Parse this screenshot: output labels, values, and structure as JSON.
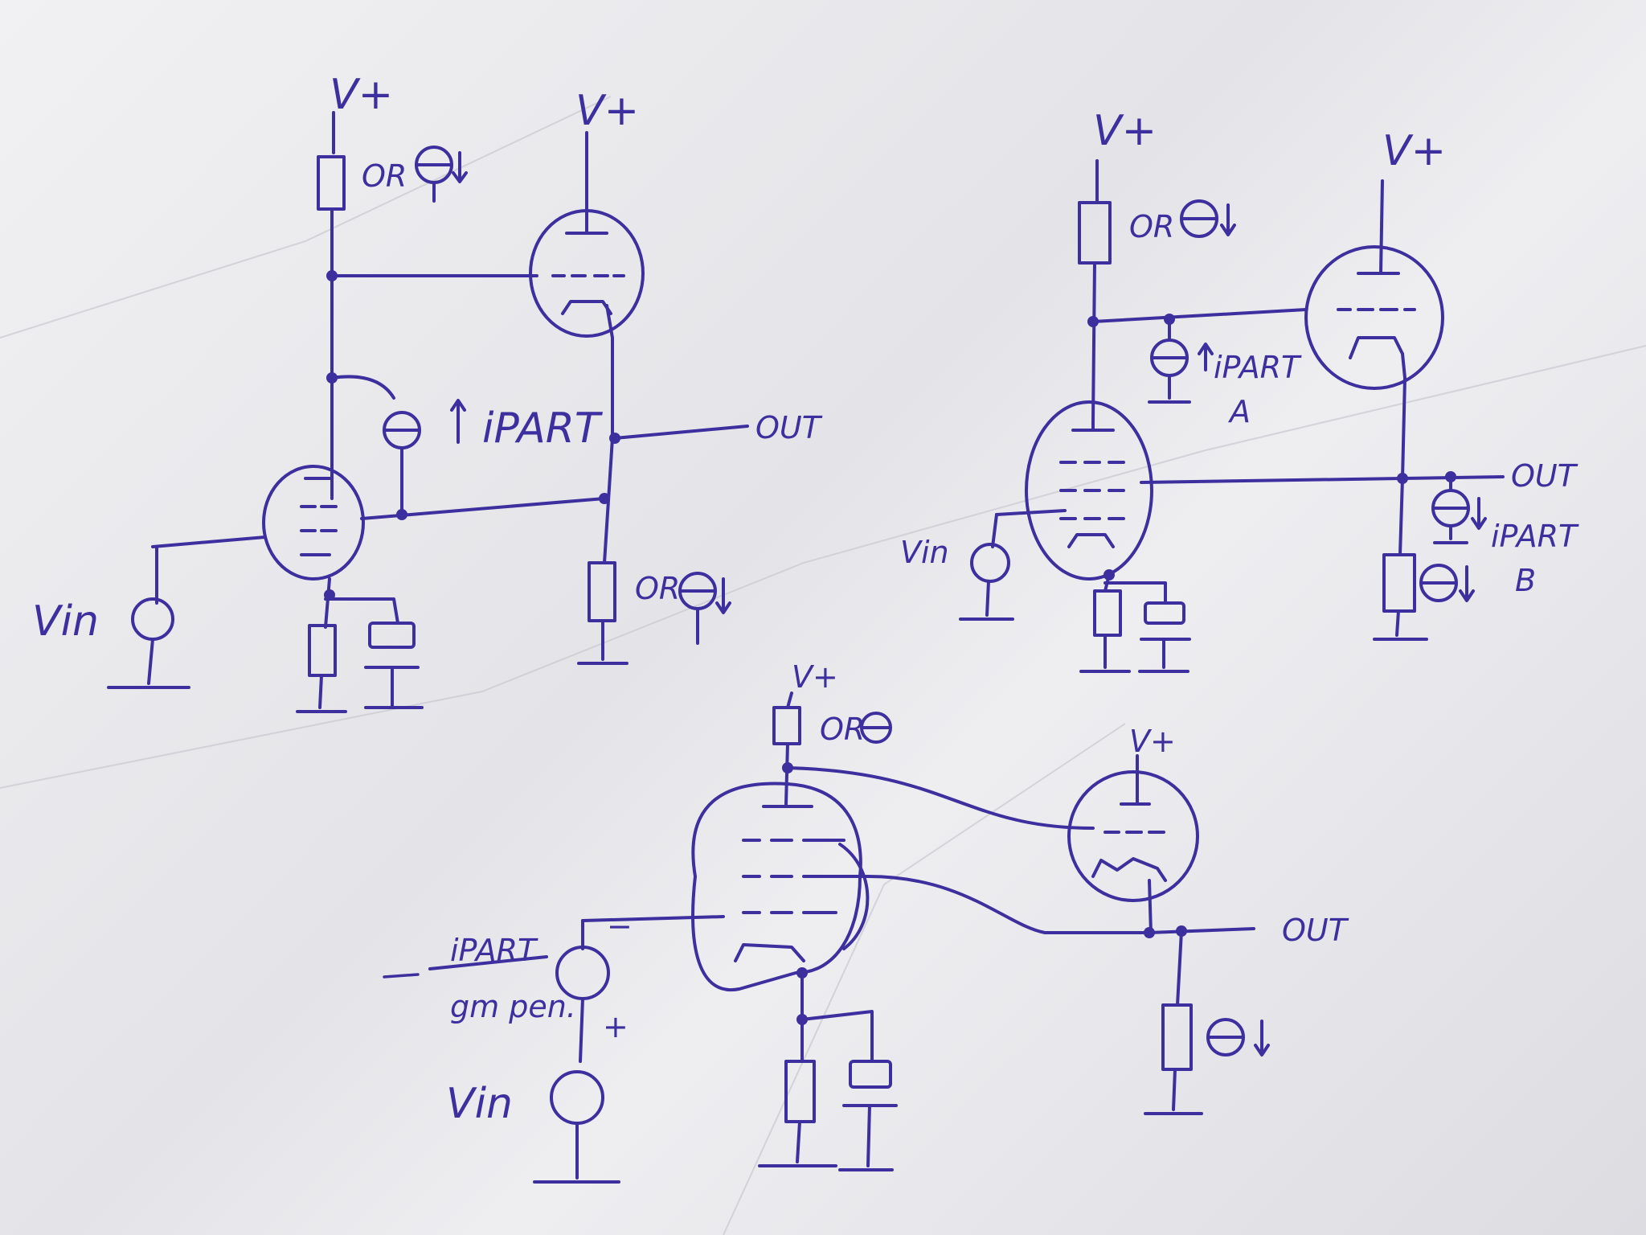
{
  "circuits": [
    {
      "id": "top-left",
      "labels": {
        "supply_left": "V+",
        "supply_right": "V+",
        "or_top": "OR",
        "i_part": "iPART",
        "out": "OUT",
        "or_bottom": "OR",
        "vin": "Vin"
      }
    },
    {
      "id": "top-right",
      "labels": {
        "supply_left": "V+",
        "supply_right": "V+",
        "or_top": "OR",
        "i_part_a": "iPART",
        "a_tag": "A",
        "out": "OUT",
        "i_part_b": "iPART",
        "b_tag": "B",
        "vin": "Vin"
      }
    },
    {
      "id": "bottom",
      "labels": {
        "supply_left": "V+",
        "or_top": "OR",
        "supply_right": "V+",
        "out": "OUT",
        "i_part_num": "iPART",
        "gm_den": "gm pen.",
        "minus": "−",
        "plus": "+",
        "vin": "Vin"
      }
    }
  ]
}
